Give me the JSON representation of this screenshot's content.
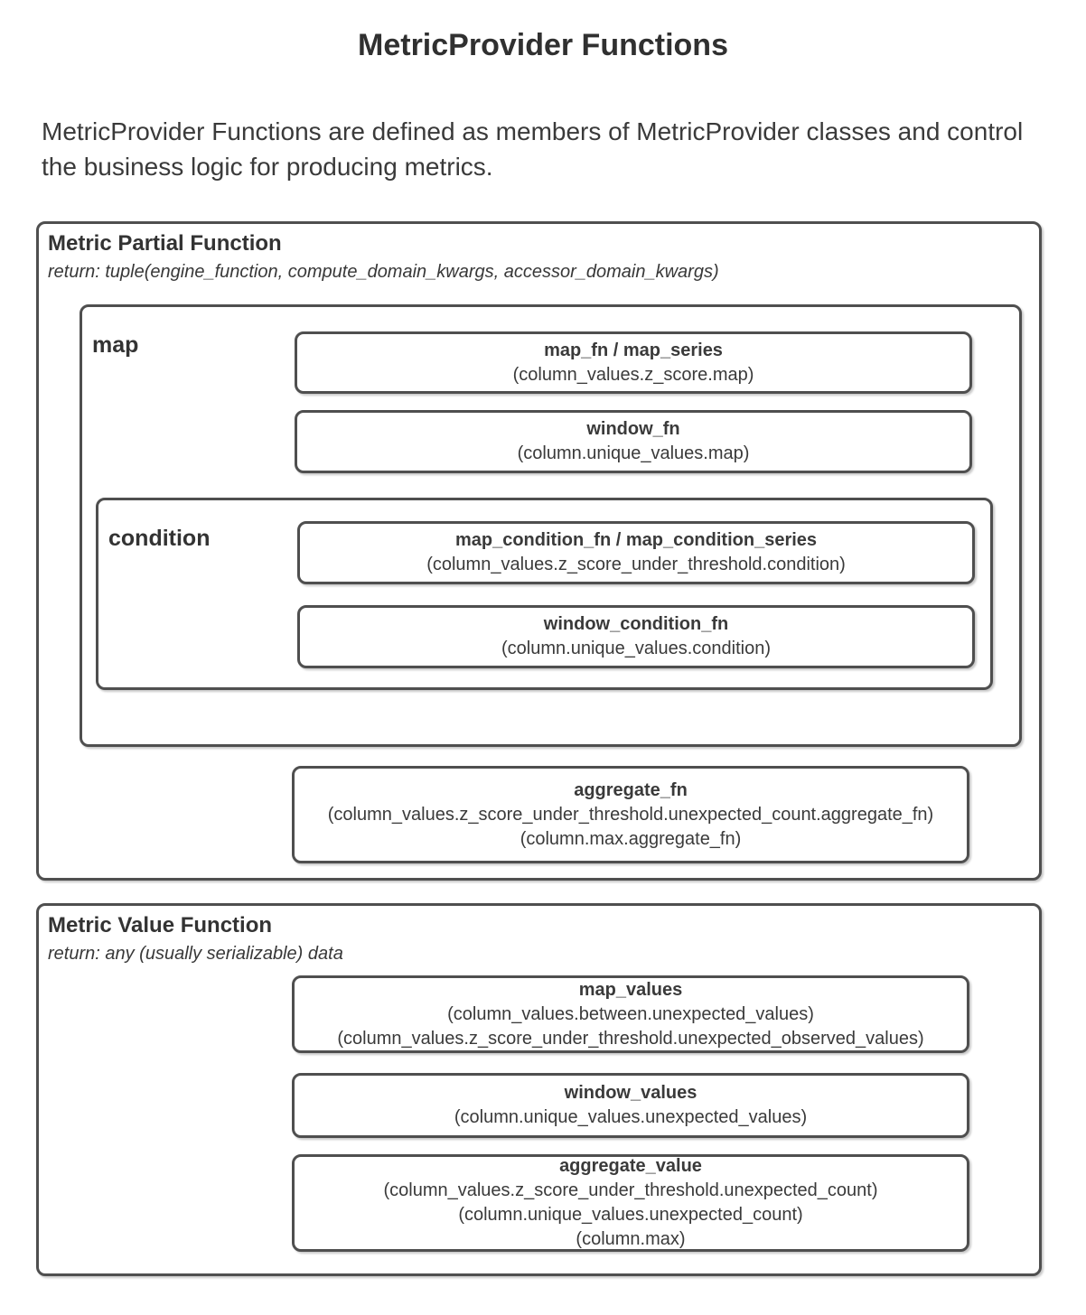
{
  "title": "MetricProvider Functions",
  "intro": "MetricProvider Functions are defined as members of MetricProvider classes and control the business logic for producing metrics.",
  "colors": {
    "border": "#4f4f4f",
    "text": "#3a3a3a",
    "background": "#ffffff"
  },
  "partial_section": {
    "title": "Metric Partial Function",
    "subtitle": "return: tuple(engine_function, compute_domain_kwargs, accessor_domain_kwargs)",
    "map_group": {
      "label": "map",
      "boxes": [
        {
          "title": "map_fn / map_series",
          "lines": [
            "(column_values.z_score.map)"
          ]
        },
        {
          "title": "window_fn",
          "lines": [
            "(column.unique_values.map)"
          ]
        }
      ],
      "condition_group": {
        "label": "condition",
        "boxes": [
          {
            "title": "map_condition_fn / map_condition_series",
            "lines": [
              "(column_values.z_score_under_threshold.condition)"
            ]
          },
          {
            "title": "window_condition_fn",
            "lines": [
              "(column.unique_values.condition)"
            ]
          }
        ]
      }
    },
    "aggregate_box": {
      "title": "aggregate_fn",
      "lines": [
        "(column_values.z_score_under_threshold.unexpected_count.aggregate_fn)",
        "(column.max.aggregate_fn)"
      ]
    }
  },
  "value_section": {
    "title": "Metric Value Function",
    "subtitle": "return: any (usually serializable) data",
    "boxes": [
      {
        "title": "map_values",
        "lines": [
          "(column_values.between.unexpected_values)",
          "(column_values.z_score_under_threshold.unexpected_observed_values)"
        ]
      },
      {
        "title": "window_values",
        "lines": [
          "(column.unique_values.unexpected_values)"
        ]
      },
      {
        "title": "aggregate_value",
        "lines": [
          "(column_values.z_score_under_threshold.unexpected_count)",
          "(column.unique_values.unexpected_count)",
          "(column.max)"
        ]
      }
    ]
  }
}
